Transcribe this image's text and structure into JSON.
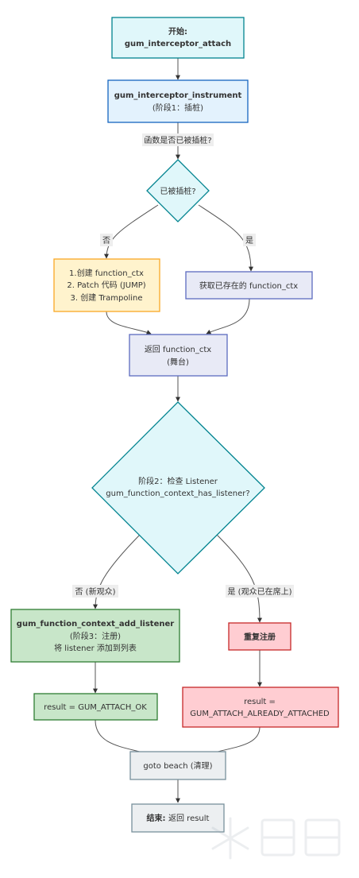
{
  "nodes": {
    "start": {
      "line1": "开始:",
      "line2": "gum_interceptor_attach"
    },
    "instrument": {
      "line1": "gum_interceptor_instrument",
      "line2": "(阶段1：插桩)"
    },
    "q_instrumented": {
      "line1": "已被插桩?"
    },
    "create_ctx": {
      "line1": "1.创建 function_ctx",
      "line2": "2. Patch 代码 (JUMP)",
      "line3": "3. 创建 Trampoline"
    },
    "get_ctx": {
      "line1": "获取已存在的 function_ctx"
    },
    "return_ctx": {
      "line1": "返回 function_ctx",
      "line2": "(舞台)"
    },
    "q_listener": {
      "line1": "阶段2：检查 Listener",
      "line2": "gum_function_context_has_listener?"
    },
    "add_listener": {
      "line1": "gum_function_context_add_listener",
      "line2": "(阶段3：注册)",
      "line3": "将 listener 添加到列表"
    },
    "dup_register": {
      "line1": "重复注册"
    },
    "result_ok": {
      "line1": "result = GUM_ATTACH_OK"
    },
    "result_already": {
      "line1": "result =",
      "line2": "GUM_ATTACH_ALREADY_ATTACHED"
    },
    "goto_beach": {
      "line1": "goto beach (清理)"
    },
    "end": {
      "line1": "结束: ",
      "line2": "返回 result"
    }
  },
  "edges": {
    "instrument_to_q": "函数是否已被插桩?",
    "q_no": "否",
    "q_yes": "是",
    "listener_no": "否 (新观众)",
    "listener_yes": "是 (观众已在席上)"
  },
  "colors": {
    "cyan_fill": "#e0f7fa",
    "cyan_stroke": "#00838f",
    "blue_fill": "#e3f2fd",
    "blue_stroke": "#1565c0",
    "yellow_fill": "#fff3cd",
    "yellow_stroke": "#f9a825",
    "lavender_fill": "#e8eaf6",
    "lavender_stroke": "#5c6bc0",
    "green_fill": "#c8e6c9",
    "green_stroke": "#2e7d32",
    "red_fill": "#ffcdd2",
    "red_stroke": "#c62828",
    "gray_fill": "#eceff1",
    "gray_stroke": "#78909c"
  }
}
